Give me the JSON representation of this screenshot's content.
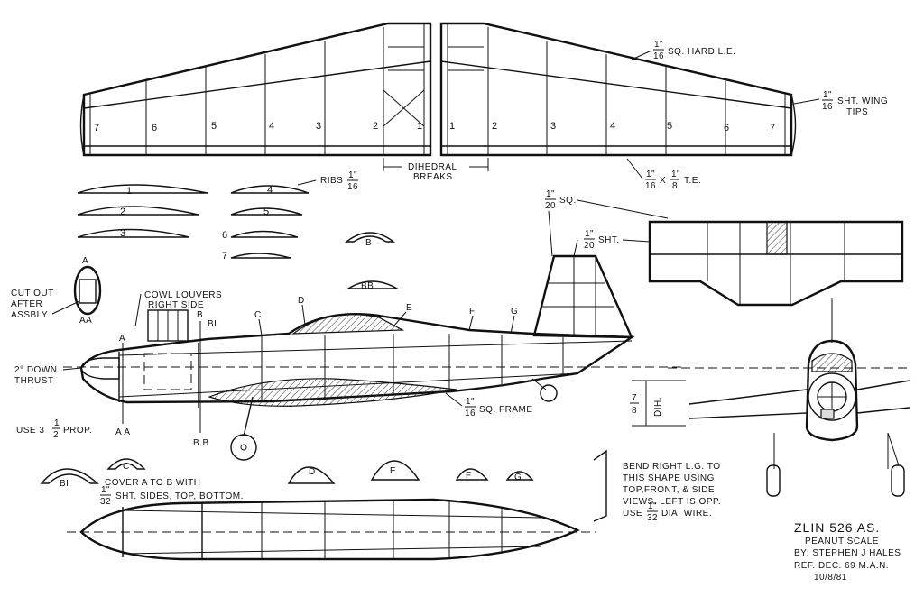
{
  "wing": {
    "hard_le": "SQ. HARD L.E.",
    "wing_tips": "SHT. WING",
    "wing_tips_2": "TIPS",
    "te": "T.E.",
    "te_x": "X",
    "dihedral_1": "DIHEDRAL",
    "dihedral_2": "BREAKS",
    "rib_numbers_left": [
      "7",
      "6",
      "5",
      "4",
      "3",
      "2",
      "1"
    ],
    "rib_numbers_right": [
      "1",
      "2",
      "3",
      "4",
      "5",
      "6",
      "7"
    ]
  },
  "fractions": {
    "sixteenth_num": "1\"",
    "sixteenth_den": "16",
    "eighth_num": "1\"",
    "eighth_den": "8",
    "twentieth_num": "1\"",
    "twentieth_den": "20",
    "thirtysecond_num": "1\"",
    "thirtysecond_den": "32",
    "half_num": "1",
    "half_den": "2",
    "seven_num": "7",
    "seven_den": "8"
  },
  "ribs": {
    "title": "RIBS",
    "labels": [
      "1",
      "2",
      "3",
      "4",
      "5",
      "6",
      "7"
    ]
  },
  "tail": {
    "sq": "SQ.",
    "sht": "SHT."
  },
  "fuselage": {
    "cut_out": [
      "CUT OUT",
      "AFTER",
      "ASSBLY."
    ],
    "cowl_1": "COWL LOUVERS",
    "cowl_2": "RIGHT SIDE",
    "thrust_1": "2° DOWN",
    "thrust_2": "THRUST",
    "prop_prefix": "USE 3",
    "prop_suffix": "PROP.",
    "frame": "SQ. FRAME",
    "stations": {
      "A": "A",
      "AA": "AA",
      "B": "B",
      "BB": "BB",
      "B1": "BI",
      "C": "C",
      "D": "D",
      "E": "E",
      "F": "F",
      "G": "G"
    },
    "a_a_bottom": "A A",
    "bb_bottom": "B B"
  },
  "formers": [
    "BI",
    "C",
    "D",
    "E",
    "F",
    "G",
    "B",
    "BB"
  ],
  "cover_note": {
    "line1": "COVER A TO B WITH",
    "line2": "SHT. SIDES, TOP, BOTTOM."
  },
  "gear_note": {
    "lines": [
      "BEND RIGHT L.G. TO",
      "THIS SHAPE USING",
      "TOP,FRONT, & SIDE",
      "VIEWS. LEFT IS OPP."
    ],
    "use": "USE",
    "wire": "DIA. WIRE."
  },
  "front_view": {
    "dih": "DIH."
  },
  "title_block": {
    "name": "ZLIN 526 AS.",
    "scale": "PEANUT SCALE",
    "by": "BY: STEPHEN J HALES",
    "ref": "REF. DEC. 69  M.A.N.",
    "date": "10/8/81"
  }
}
